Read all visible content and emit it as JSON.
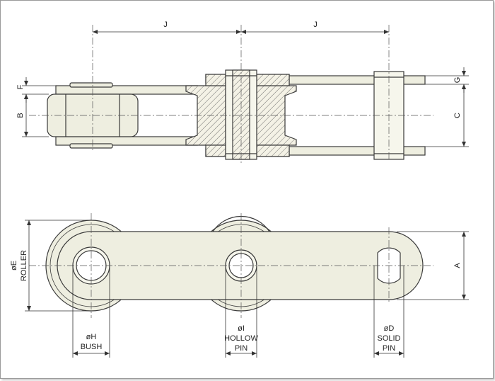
{
  "labels": {
    "pitch_left": "J",
    "pitch_right": "J",
    "dim_f": "F",
    "dim_b": "B",
    "dim_g": "G",
    "dim_c": "C",
    "dim_a": "A",
    "roller_symbol": "øE",
    "roller_word": "ROLLER",
    "bush_symbol": "øH",
    "bush_word": "BUSH",
    "hollow_symbol": "øI",
    "hollow_word1": "HOLLOW",
    "hollow_word2": "PIN",
    "solid_symbol": "øD",
    "solid_word1": "SOLID",
    "solid_word2": "PIN"
  },
  "colors": {
    "line": "#3a3a3a",
    "part_fill": "#eeeee0",
    "hatch": "#555555"
  }
}
